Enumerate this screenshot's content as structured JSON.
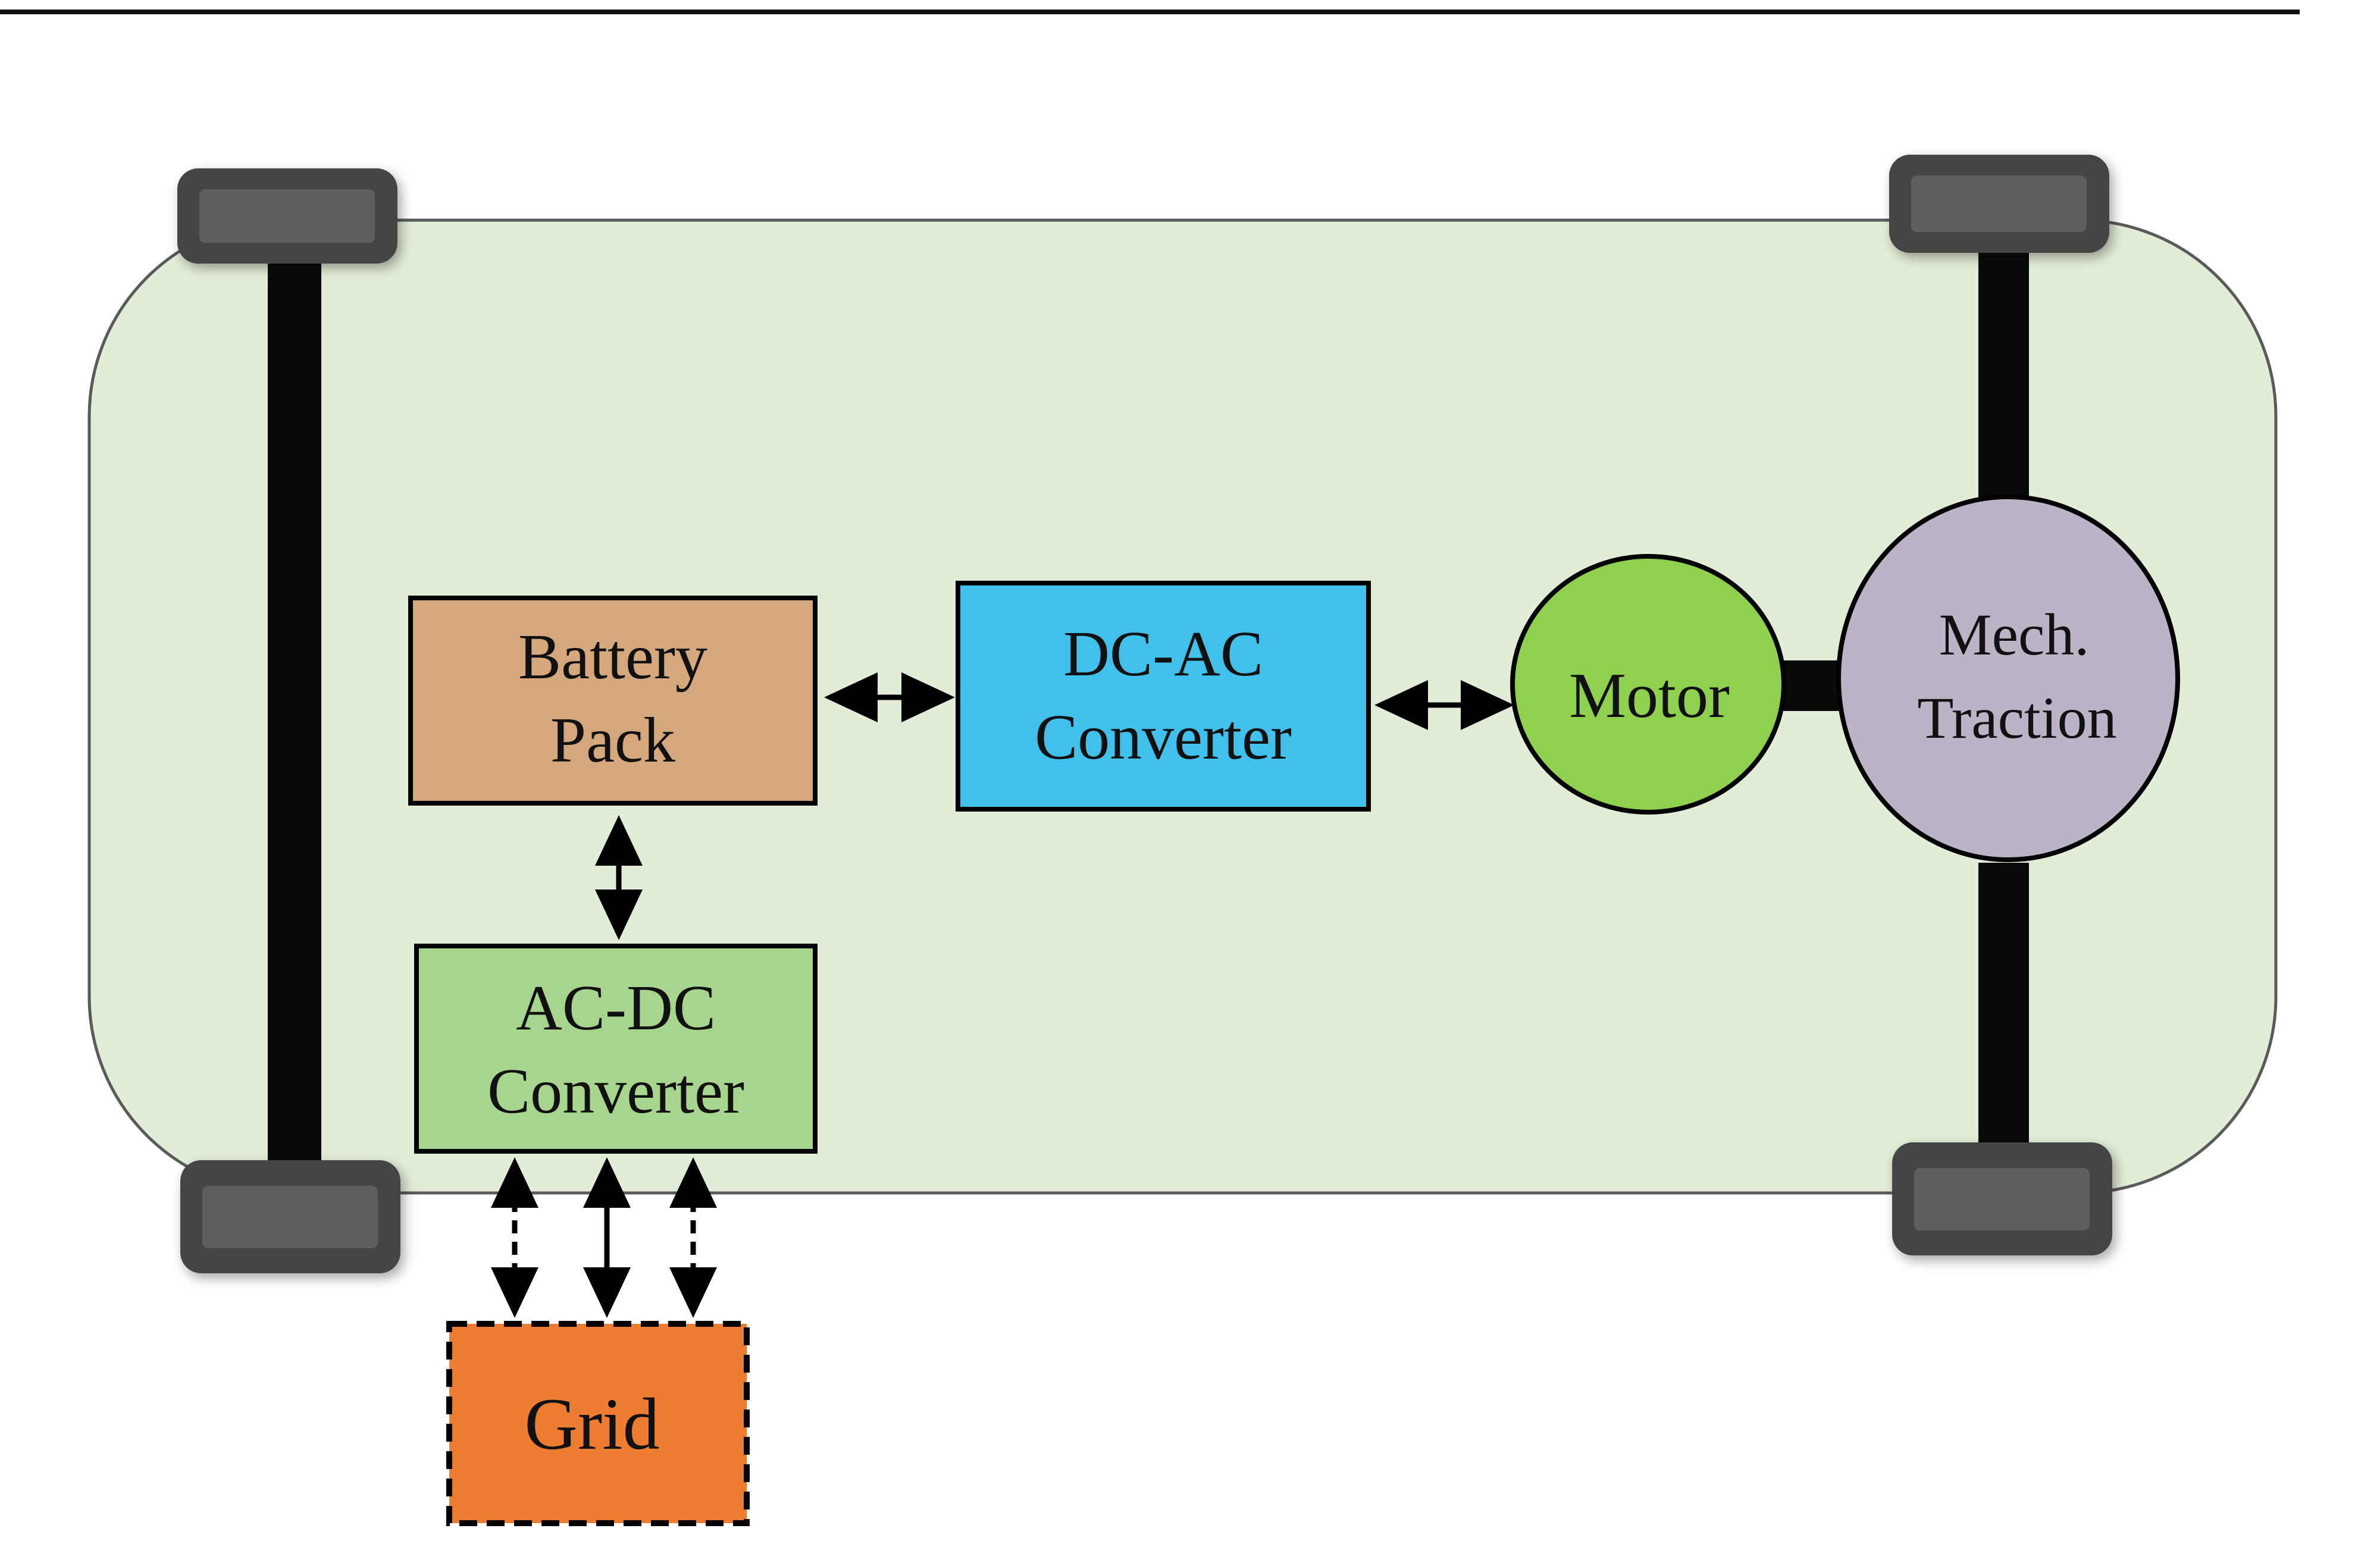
{
  "colors": {
    "chassis_fill": "#e1edd6",
    "chassis_stroke": "#5a5a5a",
    "wheel_outer": "#454545",
    "wheel_inner": "#5e5e5e",
    "axle": "#0a0a0a",
    "battery_pack": "#d5a77c",
    "dc_ac_converter": "#40c0ea",
    "ac_dc_converter": "#a8d58e",
    "grid": "#ee7d32",
    "motor": "#8fd14e",
    "mech_traction": "#bdb3c7",
    "line": "#000000"
  },
  "nodes": {
    "battery_pack": {
      "line1": "Battery",
      "line2": "Pack"
    },
    "dc_ac_converter": {
      "line1": "DC-AC",
      "line2": "Converter"
    },
    "ac_dc_converter": {
      "line1": "AC-DC",
      "line2": "Converter"
    },
    "grid": {
      "label": "Grid"
    },
    "motor": {
      "label": "Motor"
    },
    "mech_traction": {
      "line1": "Mech.",
      "line2": "Traction"
    }
  },
  "connections": [
    {
      "from": "battery_pack",
      "to": "dc_ac_converter",
      "style": "solid",
      "direction": "bidirectional"
    },
    {
      "from": "dc_ac_converter",
      "to": "motor",
      "style": "solid",
      "direction": "bidirectional"
    },
    {
      "from": "motor",
      "to": "mech_traction",
      "style": "thick-shaft",
      "direction": "none"
    },
    {
      "from": "battery_pack",
      "to": "ac_dc_converter",
      "style": "solid",
      "direction": "bidirectional"
    },
    {
      "from": "ac_dc_converter",
      "to": "grid",
      "style": "dashed",
      "direction": "bidirectional"
    },
    {
      "from": "ac_dc_converter",
      "to": "grid",
      "style": "solid",
      "direction": "bidirectional"
    },
    {
      "from": "ac_dc_converter",
      "to": "grid",
      "style": "dashed",
      "direction": "bidirectional"
    }
  ]
}
